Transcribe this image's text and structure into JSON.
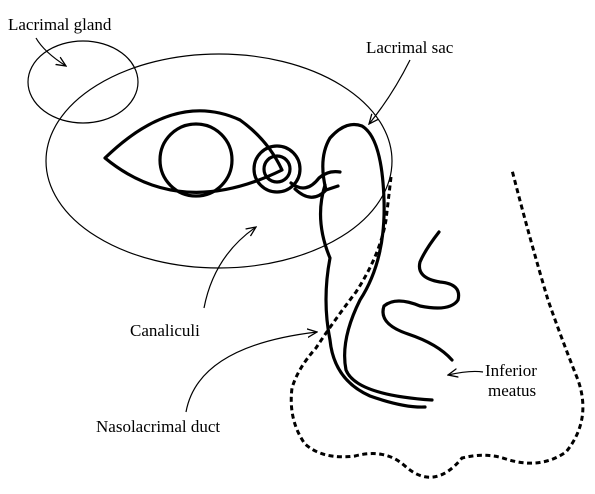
{
  "labels": {
    "lacrimal_gland": "Lacrimal gland",
    "lacrimal_sac": "Lacrimal sac",
    "canaliculi": "Canaliculi",
    "nasolacrimal_duct": "Nasolacrimal duct",
    "inferior_meatus_line1": "Inferior",
    "inferior_meatus_line2": "meatus"
  }
}
